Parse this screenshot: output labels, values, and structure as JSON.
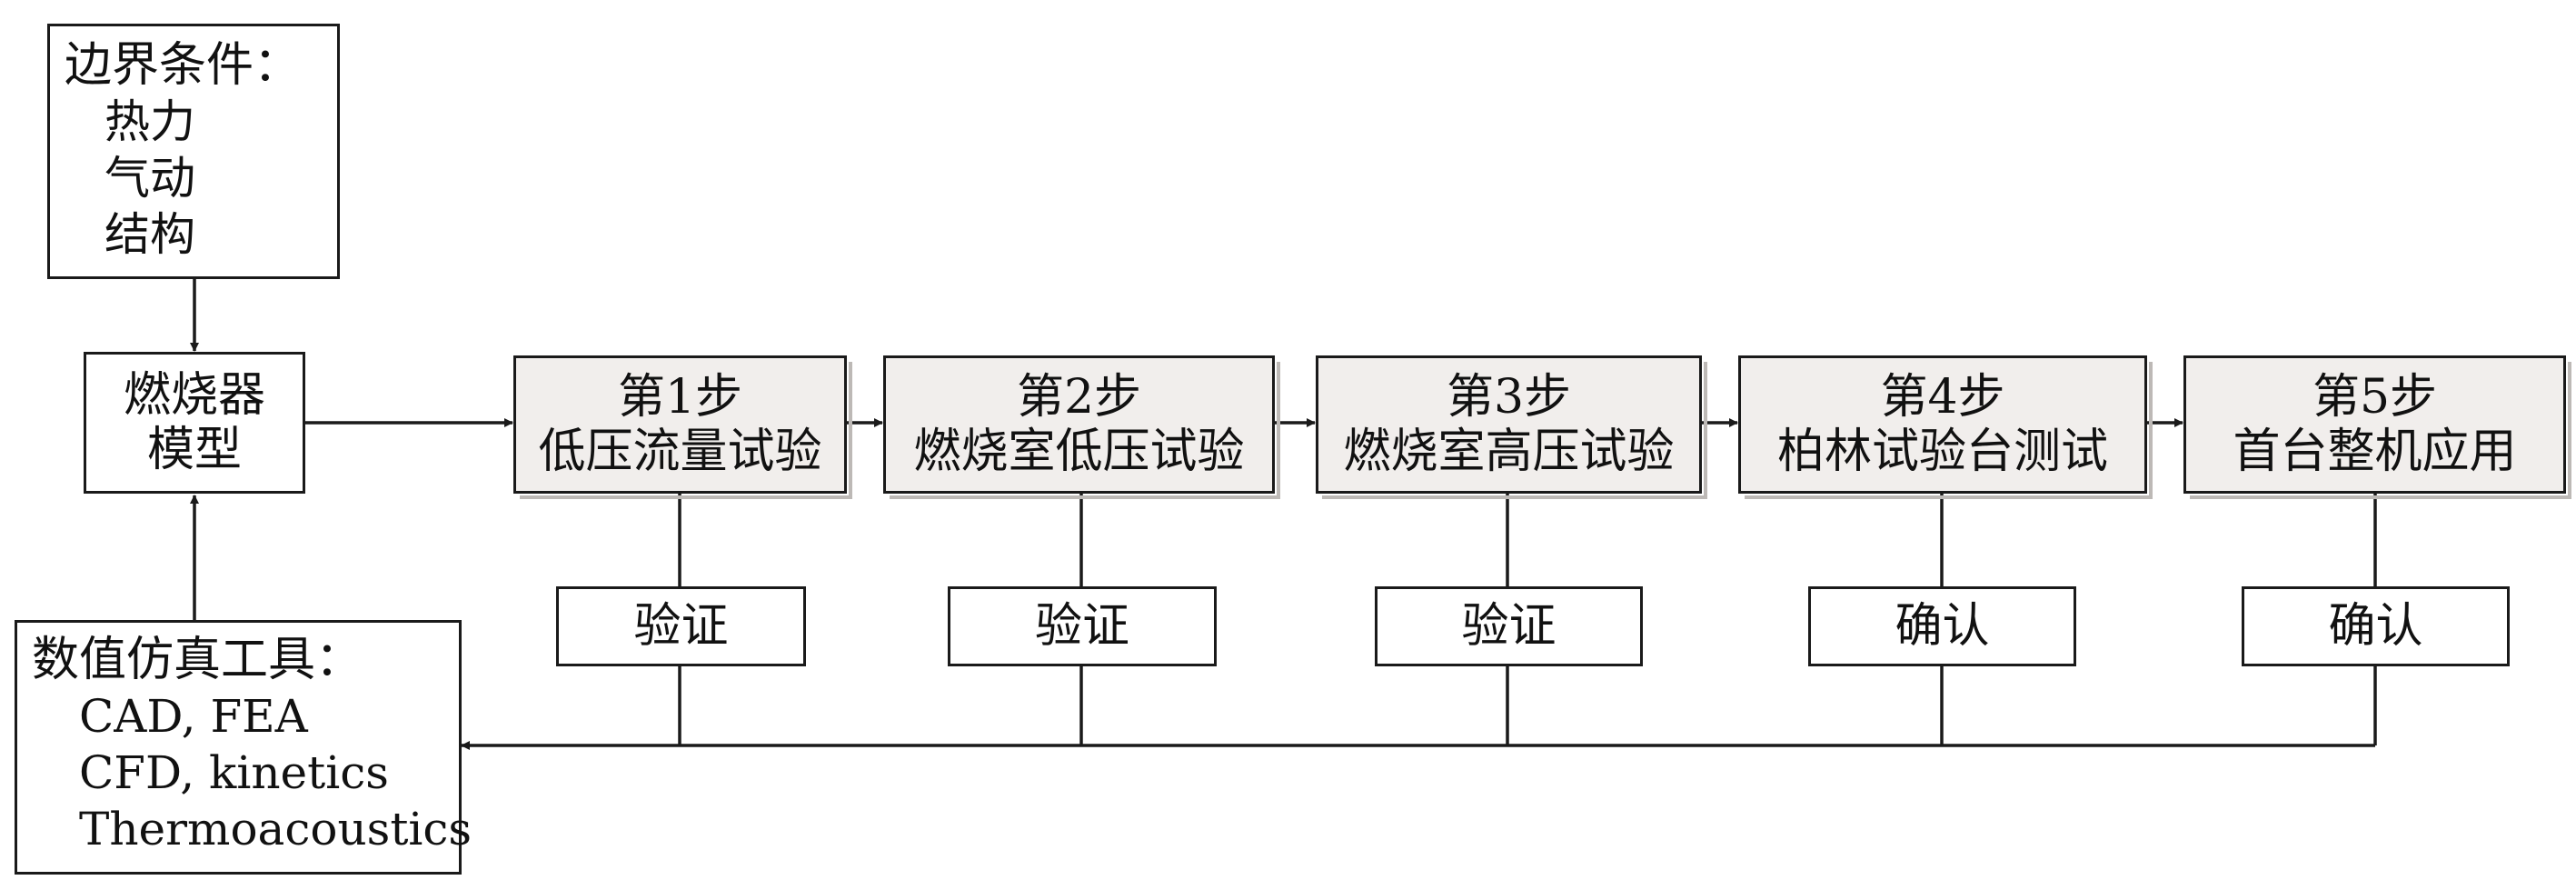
{
  "boundary": {
    "title": "边界条件：",
    "items": [
      "热力",
      "气动",
      "结构"
    ]
  },
  "model": {
    "line1": "燃烧器",
    "line2": "模型"
  },
  "tools": {
    "title": "数值仿真工具：",
    "items": [
      "CAD, FEA",
      "CFD, kinetics",
      "Thermoacoustics"
    ]
  },
  "steps": [
    {
      "title": "第1步",
      "desc": "低压流量试验",
      "check": "验证"
    },
    {
      "title": "第2步",
      "desc": "燃烧室低压试验",
      "check": "验证"
    },
    {
      "title": "第3步",
      "desc": "燃烧室高压试验",
      "check": "验证"
    },
    {
      "title": "第4步",
      "desc": "柏林试验台测试",
      "check": "确认"
    },
    {
      "title": "第5步",
      "desc": "首台整机应用",
      "check": "确认"
    }
  ],
  "colors": {
    "line": "#1a1a1a",
    "step_fill": "#f1eeec",
    "step_shadow": "#bdb9b6"
  }
}
